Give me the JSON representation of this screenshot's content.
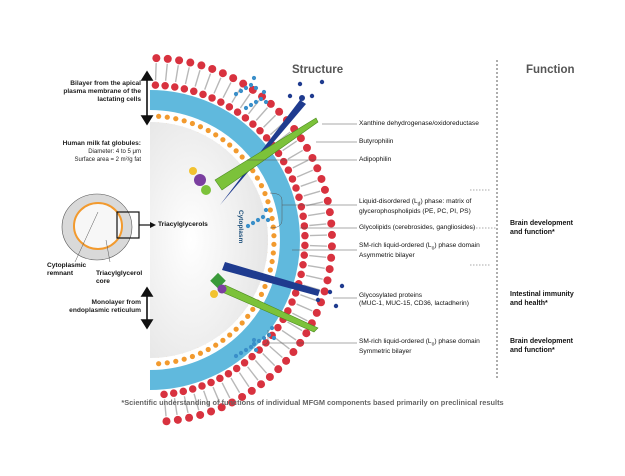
{
  "headers": {
    "structure": "Structure",
    "function": "Function"
  },
  "left": {
    "bilayer_apical": [
      "Bilayer from the apical",
      "plasma membrane of the",
      "lactating cells"
    ],
    "globules_title": "Human milk fat globules:",
    "diameter": "Diameter: 4 to 5 μm",
    "surface_area": "Surface area = 2 m²/g fat",
    "triacylglycerols": "Triacylglycerols",
    "cytoplasmic_remnant": [
      "Cytoplasmic",
      "remnant"
    ],
    "triacylglycerol_core": [
      "Triacylglycerol",
      "core"
    ],
    "monolayer": [
      "Monolayer from",
      "endoplasmic reticulum"
    ]
  },
  "inner_labels": {
    "cytoplasm": "Cytoplasm"
  },
  "structure_labels": {
    "xanthine": "Xanthine dehydrogenase/oxidoreductase",
    "butyrophilin": "Butyrophilin",
    "adipophilin": "Adipophilin",
    "ld_phase_line1": "Liquid-disordered (L",
    "ld_phase_sub": "d",
    "ld_phase_line1_end": ") phase: matrix of",
    "ld_phase_line2": "glycerophospholipids (PE, PC, PI, PS)",
    "glycolipids": "Glycolipids (cerebrosides, gangliosides)",
    "sm_asym_line1": "SM-rich liquid-ordered (L",
    "sm_asym_sub": "o",
    "sm_asym_line1_end": ") phase domain",
    "sm_asym_line2": "Asymmetric bilayer",
    "glycosylated_line1": "Glycosylated proteins",
    "glycosylated_line2": "(MUC-1, MUC-15, CD36, lactadherin)",
    "sm_sym_line1": "SM-rich liquid-ordered (L",
    "sm_sym_sub": "o",
    "sm_sym_line1_end": ") phase domain",
    "sm_sym_line2": "Symmetric bilayer"
  },
  "functions": {
    "brain1": [
      "Brain development",
      "and function*"
    ],
    "intestinal": [
      "Intestinal immunity",
      "and health*"
    ],
    "brain2": [
      "Brain development",
      "and function*"
    ]
  },
  "footnote": "*Scientific understanding of functions of individual MFGM components based primarily on preclinical results",
  "colors": {
    "phospholipid_head": "#d8323f",
    "inner_head": "#f29a2e",
    "cytoplasm_band": "#4fb1d9",
    "core": "#f3f3f3",
    "protein_blue": "#1f3b8f",
    "protein_green": "#7cc23a",
    "sugar": "#3a8fc9"
  }
}
